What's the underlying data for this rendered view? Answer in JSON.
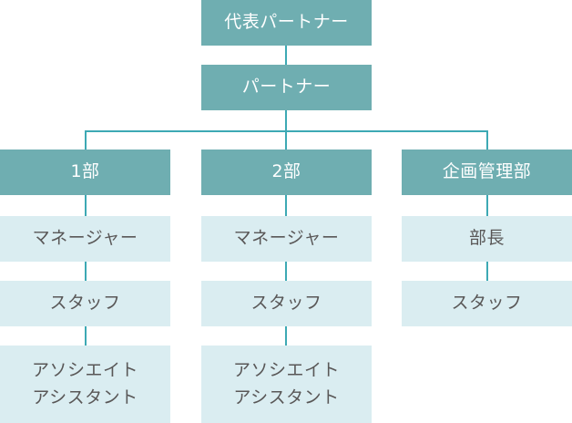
{
  "diagram": {
    "type": "org-chart",
    "nodes": {
      "top": {
        "label": "代表パートナー",
        "level": 1
      },
      "partner": {
        "label": "パートナー",
        "level": 2
      },
      "dept1": {
        "label": "1部",
        "level": 3
      },
      "dept2": {
        "label": "2部",
        "level": 3
      },
      "planning": {
        "label": "企画管理部",
        "level": 3
      },
      "dept1_manager": {
        "label": "マネージャー",
        "level": 4
      },
      "dept2_manager": {
        "label": "マネージャー",
        "level": 4
      },
      "planning_head": {
        "label": "部長",
        "level": 4
      },
      "dept1_staff": {
        "label": "スタッフ",
        "level": 5
      },
      "dept2_staff": {
        "label": "スタッフ",
        "level": 5
      },
      "planning_staff": {
        "label": "スタッフ",
        "level": 5
      },
      "dept1_associate": {
        "label": "アソシエイト\nアシスタント",
        "level": 6
      },
      "dept2_associate": {
        "label": "アソシエイト\nアシスタント",
        "level": 6
      }
    },
    "hierarchy": [
      {
        "parent": "top",
        "children": [
          "partner"
        ]
      },
      {
        "parent": "partner",
        "children": [
          "dept1",
          "dept2",
          "planning"
        ]
      },
      {
        "parent": "dept1",
        "children": [
          "dept1_manager",
          "dept1_staff",
          "dept1_associate"
        ]
      },
      {
        "parent": "dept2",
        "children": [
          "dept2_manager",
          "dept2_staff",
          "dept2_associate"
        ]
      },
      {
        "parent": "planning",
        "children": [
          "planning_head",
          "planning_staff"
        ]
      }
    ],
    "colors": {
      "node_primary_bg": "#6FAEB1",
      "node_primary_text": "#FFFFFF",
      "node_secondary_bg": "#DAEDF1",
      "node_secondary_text": "#595757",
      "connector": "#3DA9B4",
      "background": "#FFFFFF"
    }
  }
}
